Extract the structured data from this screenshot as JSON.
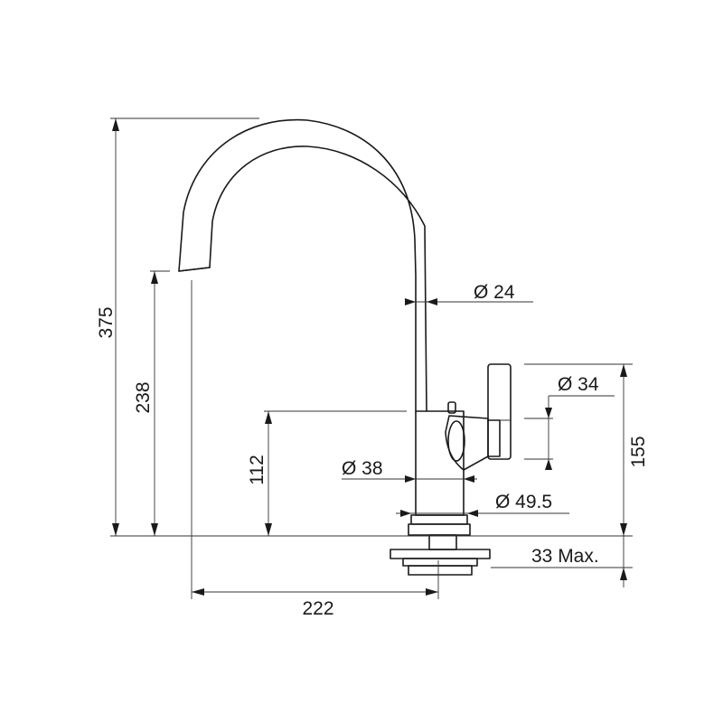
{
  "drawing": {
    "line_color": "#1a1a1a",
    "background": "#ffffff"
  },
  "dimensions": {
    "total_height": "375",
    "spout_height": "238",
    "body_height": "112",
    "handle_height": "155",
    "spout_reach": "222",
    "spout_diameter": "Ø 24",
    "handle_diameter": "Ø 34",
    "body_diameter": "Ø 38",
    "base_diameter": "Ø 49.5",
    "max_deck_thickness": "33 Max."
  }
}
